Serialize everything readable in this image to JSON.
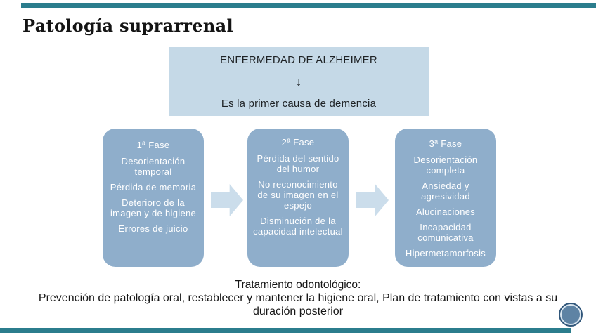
{
  "slide": {
    "title": "Patología suprarrenal"
  },
  "header_box": {
    "line1": "ENFERMEDAD DE ALZHEIMER",
    "arrow": "↓",
    "line2": "Es la primer causa de demencia"
  },
  "phases": [
    {
      "title": "1ª Fase",
      "items": [
        "Desorientación temporal",
        "Pérdida de memoria",
        "Deterioro de la imagen y de higiene",
        "Errores de juicio"
      ]
    },
    {
      "title": "2ª Fase",
      "items": [
        "Pérdida del sentido del humor",
        "No reconocimiento de su imagen en el espejo",
        "Disminución de la capacidad intelectual"
      ]
    },
    {
      "title": "3ª Fase",
      "items": [
        "Desorientación completa",
        "Ansiedad y agresividad",
        "Alucinaciones",
        "Incapacidad comunicativa",
        "Hipermetamorfosis"
      ]
    }
  ],
  "footer": {
    "heading": "Tratamiento odontológico:",
    "body": "Prevención de patología oral, restablecer y mantener la higiene oral, Plan de tratamiento con vistas a su duración posterior"
  },
  "colors": {
    "accent_bar": "#2B7D8D",
    "header_box_bg": "#C5D9E7",
    "phase_box_bg": "#8FAECB",
    "arrow_fill": "#CBDDEB",
    "phase_text": "#FFFFFF",
    "body_text": "#161616",
    "circle_fill": "#5E83A4",
    "circle_ring": "#D9E5EF",
    "circle_rim": "#30567A"
  }
}
